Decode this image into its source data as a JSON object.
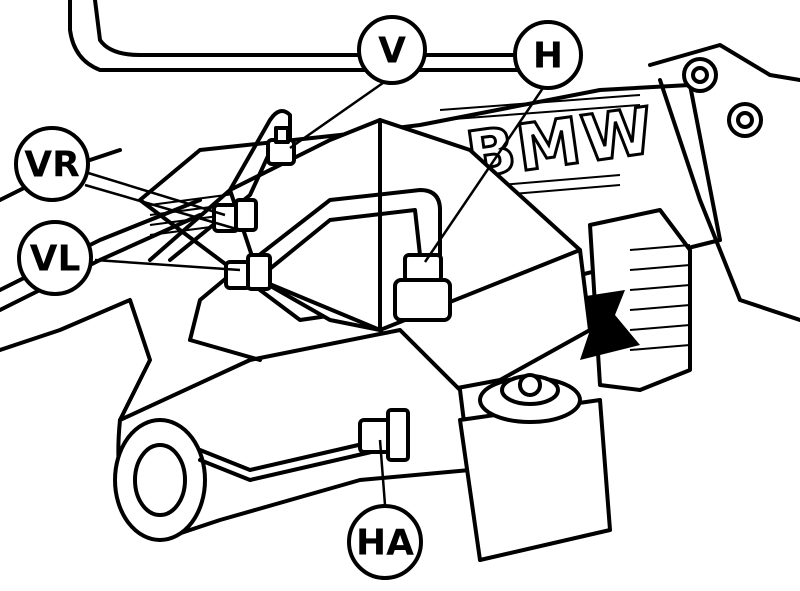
{
  "brand_text": "BMW",
  "callouts": [
    {
      "id": "V",
      "label": "V"
    },
    {
      "id": "H",
      "label": "H"
    },
    {
      "id": "VR",
      "label": "VR"
    },
    {
      "id": "VL",
      "label": "VL"
    },
    {
      "id": "HA",
      "label": "HA"
    }
  ],
  "colors": {
    "ink": "#000000",
    "paper": "#ffffff"
  }
}
